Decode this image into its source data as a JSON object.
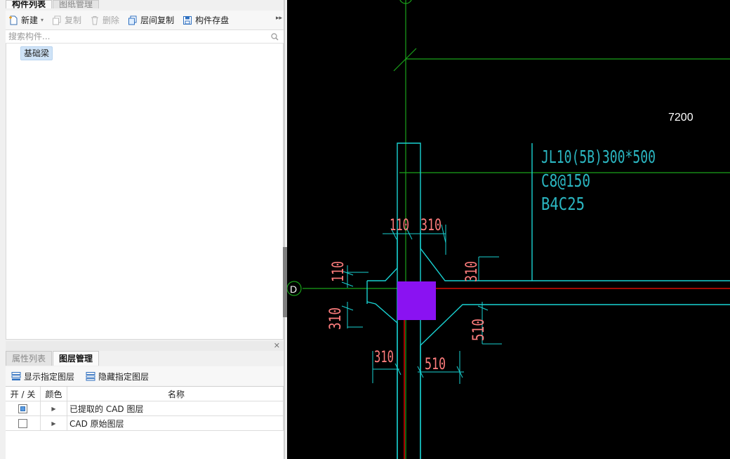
{
  "left_panel": {
    "top_tabs": [
      "构件列表",
      "图纸管理"
    ],
    "toolbar": {
      "new_label": "新建",
      "copy_label": "复制",
      "delete_label": "删除",
      "floor_copy_label": "层间复制",
      "save_label": "构件存盘"
    },
    "search": {
      "placeholder": "搜索构件..."
    },
    "component_item": "基础梁",
    "bottom_tabs": [
      "属性列表",
      "图层管理"
    ],
    "layer_toolbar": {
      "show_label": "显示指定图层",
      "hide_label": "隐藏指定图层"
    },
    "layer_table": {
      "headers": {
        "onoff": "开 / 关",
        "color": "颜色",
        "name": "名称"
      },
      "rows": [
        {
          "name": "已提取的 CAD 图层",
          "checked": true
        },
        {
          "name": "CAD 原始图层",
          "checked": false
        }
      ]
    }
  },
  "canvas": {
    "dimension_top": "7200",
    "beam_label_lines": [
      "JL10(5B)300*500",
      "C8@150",
      "B4C25"
    ],
    "axis_label": "D",
    "dims": {
      "top_left": "110",
      "top_right": "310",
      "left_top": "110",
      "left_bottom": "310",
      "right_top": "310",
      "right_bottom": "510",
      "bottom_left": "310",
      "bottom_right": "510"
    },
    "colors": {
      "background": "#000000",
      "beam_lines": "#19d2d2",
      "axis_lines": "#1aa31a",
      "dim_text": "#ff7d7d",
      "beam_text": "#2bb7c2",
      "red_axis": "#d00000",
      "column_fill": "#8a12f2"
    }
  }
}
